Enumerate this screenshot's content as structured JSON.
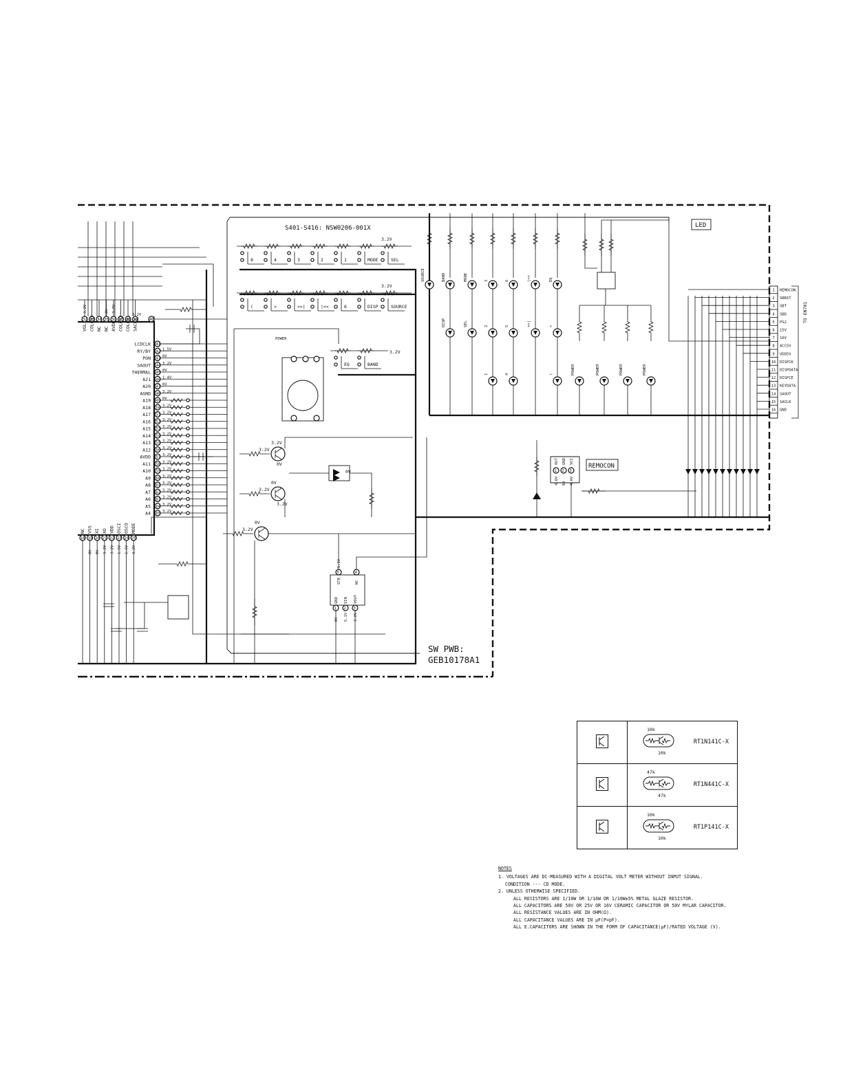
{
  "board": {
    "switch_series": "S401-S416: NSW0206-001X",
    "pwb_line1": "SW PWB:",
    "pwb_line2": "GEB10178A1",
    "led_label": "LED",
    "remocon_label": "REMOCON",
    "power_label": "POWER",
    "to_label": "TO EN701"
  },
  "switch_row1": [
    "8",
    "4",
    "3",
    "2",
    "1",
    "MODE",
    "SEL"
  ],
  "switch_row2": [
    "(",
    ">",
    ">>|",
    "|<<",
    "6",
    "DISP",
    "SOURCE"
  ],
  "switch_row3": [
    "EQ",
    "BAND"
  ],
  "rail_voltage": "3.2V",
  "led_row1": [
    "SOURCE",
    "BAND",
    "MODE",
    "3",
    "6",
    "|<<",
    "EQ"
  ],
  "led_row2": [
    "DISP",
    "SEL",
    "2",
    "5",
    ">>|",
    ">"
  ],
  "led_row3": [
    "1",
    "4",
    "(",
    "POWER",
    "POWER",
    "POWER",
    "POWER"
  ],
  "connector": [
    {
      "pin": "1",
      "name": "REMOCON"
    },
    {
      "pin": "2",
      "name": "SBRST"
    },
    {
      "pin": "3",
      "name": "SBT"
    },
    {
      "pin": "4",
      "name": "SBD"
    },
    {
      "pin": "5",
      "name": "PS2"
    },
    {
      "pin": "6",
      "name": "15V"
    },
    {
      "pin": "7",
      "name": "10V"
    },
    {
      "pin": "8",
      "name": "ACC5V"
    },
    {
      "pin": "9",
      "name": "VDD5V"
    },
    {
      "pin": "10",
      "name": "DISPCK"
    },
    {
      "pin": "11",
      "name": "DISPDATA"
    },
    {
      "pin": "12",
      "name": "DISPCE"
    },
    {
      "pin": "13",
      "name": "KEYDATA"
    },
    {
      "pin": "14",
      "name": "SAOUT"
    },
    {
      "pin": "15",
      "name": "SACLK"
    },
    {
      "pin": "16",
      "name": "GND"
    }
  ],
  "ic_top_pins": [
    {
      "pin": "32",
      "name": "VOL1",
      "volt": "3.2V"
    },
    {
      "pin": "33",
      "name": "COLOR3",
      "volt": ""
    },
    {
      "pin": "34",
      "name": "NC",
      "volt": ""
    },
    {
      "pin": "35",
      "name": "NC",
      "volt": "0V"
    },
    {
      "pin": "36",
      "name": "AVDD",
      "volt": "3.2V"
    },
    {
      "pin": "37",
      "name": "COLOR2",
      "volt": ""
    },
    {
      "pin": "38",
      "name": "COLOR1",
      "volt": ""
    },
    {
      "pin": "39",
      "name": "SACLK",
      "volt": ""
    }
  ],
  "ic_top_right_pin": {
    "pin": "40",
    "volt": "3.2V"
  },
  "ic_left_pins": [
    {
      "pin": "41",
      "name": "LCDCLK",
      "volt": ""
    },
    {
      "pin": "42",
      "name": "RY/BY",
      "volt": "1.5V"
    },
    {
      "pin": "43",
      "name": "PON",
      "volt": "0V"
    },
    {
      "pin": "44",
      "name": "SAOUT",
      "volt": "3.2V"
    },
    {
      "pin": "45",
      "name": "THERMAL",
      "volt": "0V"
    },
    {
      "pin": "46",
      "name": "A21",
      "volt": "1.4V"
    },
    {
      "pin": "47",
      "name": "A20",
      "volt": "0V"
    },
    {
      "pin": "48",
      "name": "AGND",
      "volt": "3.2V"
    },
    {
      "pin": "49",
      "name": "A19",
      "volt": "0V"
    },
    {
      "pin": "50",
      "name": "A18",
      "volt": "3.2V"
    },
    {
      "pin": "51",
      "name": "A17",
      "volt": "3.2V"
    },
    {
      "pin": "52",
      "name": "A16",
      "volt": "3.2V"
    },
    {
      "pin": "53",
      "name": "A15",
      "volt": "3.2V"
    },
    {
      "pin": "54",
      "name": "A14",
      "volt": "3.2V"
    },
    {
      "pin": "55",
      "name": "A13",
      "volt": "3.2V"
    },
    {
      "pin": "56",
      "name": "A12",
      "volt": "3.2V"
    },
    {
      "pin": "57",
      "name": "AVDD",
      "volt": "3.2V"
    },
    {
      "pin": "58",
      "name": "A11",
      "volt": "3.2V"
    },
    {
      "pin": "59",
      "name": "A10",
      "volt": "3.2V"
    },
    {
      "pin": "60",
      "name": "A9",
      "volt": "3.2V"
    },
    {
      "pin": "61",
      "name": "A8",
      "volt": "3.2V"
    },
    {
      "pin": "62",
      "name": "A7",
      "volt": "3.2V"
    },
    {
      "pin": "63",
      "name": "A6",
      "volt": "3.2V"
    },
    {
      "pin": "64",
      "name": "A5",
      "volt": "3.2V"
    },
    {
      "pin": "65",
      "name": "A4",
      "volt": "3.2V"
    }
  ],
  "ic_bottom_pins": [
    {
      "pin": "18",
      "name": "NC",
      "volt": ""
    },
    {
      "pin": "19",
      "name": "VSS",
      "volt": "0V"
    },
    {
      "pin": "20",
      "name": "XI",
      "volt": "0V"
    },
    {
      "pin": "21",
      "name": "XO",
      "volt": "3.2V"
    },
    {
      "pin": "22",
      "name": "VDD",
      "volt": "3.2V"
    },
    {
      "pin": "23",
      "name": "OSCI",
      "volt": "1.5V"
    },
    {
      "pin": "24",
      "name": "OSCO",
      "volt": "1.5V"
    },
    {
      "pin": "25",
      "name": "MODE",
      "volt": "3.2V"
    }
  ],
  "transistors": [
    {
      "base": "3.2V",
      "collector": "3.2V",
      "emitter": "0V"
    },
    {
      "base": "3.2V",
      "collector": "0V",
      "emitter": "3.2V"
    },
    {
      "base": "3.2V",
      "collector": "0V",
      "emitter": ""
    }
  ],
  "diode_voltage": "0V",
  "regulator": {
    "pins": [
      {
        "pin": "5",
        "name": "STB",
        "volt": "5.1V"
      },
      {
        "pin": "4",
        "name": "NC",
        "volt": ""
      },
      {
        "pin": "1",
        "name": "GND",
        "volt": "0V"
      },
      {
        "pin": "2",
        "name": "VIN",
        "volt": "5.1V"
      },
      {
        "pin": "3",
        "name": "VOUT",
        "volt": "3.2V"
      }
    ]
  },
  "remocon_module": {
    "pins": [
      {
        "pin": "1",
        "name": "OUT",
        "volt": "4.6V"
      },
      {
        "pin": "2",
        "name": "GND",
        "volt": "0V"
      },
      {
        "pin": "3",
        "name": "VCC",
        "volt": "4.6V"
      }
    ]
  },
  "transistor_table": [
    {
      "r1": "10k",
      "r2": "10k",
      "part": "RT1N141C-X"
    },
    {
      "r1": "47k",
      "r2": "47k",
      "part": "RT1N441C-X"
    },
    {
      "r1": "10k",
      "r2": "10k",
      "part": "RT1P141C-X"
    }
  ],
  "notes": {
    "heading": "NOTES",
    "lines": [
      "1. VOLTAGES ARE DC-MEASURED WITH A DIGITAL VOLT METER WITHOUT INPUT SIGNAL.",
      "CONDITION --- CD MODE.",
      "2. UNLESS OTHERWISE SPECIFIED.",
      "ALL RESISTORS ARE 1/10W OR 1/16W OR 1/10W±5% METAL GLAZE RESISTOR.",
      "ALL CAPACITORS ARE 50V OR 25V OR 16V CERAMIC CAPACITOR OR 50V MYLAR CAPACITOR.",
      "ALL RESISTANCE VALUES ARE IN OHM(Ω).",
      "ALL CAPACITANCE VALUES ARE IN µF(P=pF).",
      "ALL E.CAPACITORS ARE SHOWN IN THE FORM OF CAPACITANCE(µF)/RATED VOLTAGE (V)."
    ]
  }
}
